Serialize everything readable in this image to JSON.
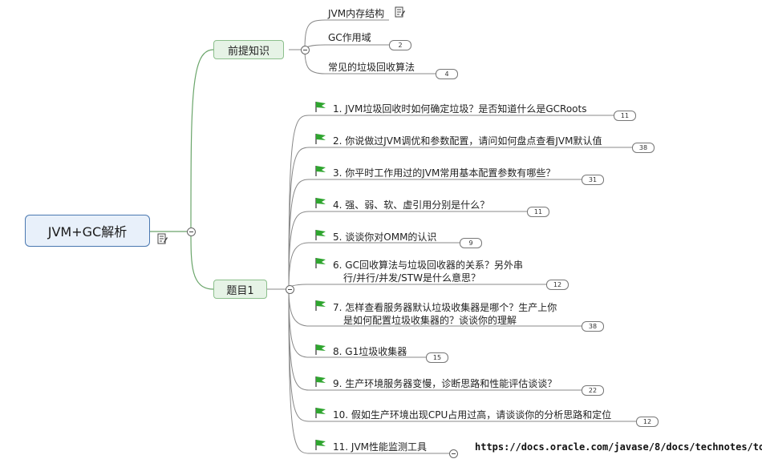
{
  "root": {
    "label": "JVM+GC解析"
  },
  "branches": [
    {
      "label": "前提知识",
      "children": [
        {
          "label": "JVM内存结构",
          "has_note": true
        },
        {
          "label": "GC作用域",
          "count": "2"
        },
        {
          "label": "常见的垃圾回收算法",
          "count": "4"
        }
      ]
    },
    {
      "label": "题目1",
      "children": [
        {
          "label": "1. JVM垃圾回收时如何确定垃圾？是否知道什么是GCRoots",
          "count": "11"
        },
        {
          "label": "2. 你说做过JVM调优和参数配置，请问如何盘点查看JVM默认值",
          "count": "38"
        },
        {
          "label": "3. 你平时工作用过的JVM常用基本配置参数有哪些？",
          "count": "31"
        },
        {
          "label": "4. 强、弱、软、虚引用分别是什么？",
          "count": "11"
        },
        {
          "label": "5. 谈谈你对OMM的认识",
          "count": "9"
        },
        {
          "label_line1": "6. GC回收算法与垃圾回收器的关系？另外串",
          "label_line2": "行/并行/并发/STW是什么意思？",
          "count": "12"
        },
        {
          "label_line1": "7. 怎样查看服务器默认垃圾收集器是哪个？生产上你",
          "label_line2": "是如何配置垃圾收集器的？谈谈你的理解",
          "count": "38"
        },
        {
          "label": "8. G1垃圾收集器",
          "count": "15"
        },
        {
          "label": "9. 生产环境服务器变慢，诊断思路和性能评估谈谈？",
          "count": "22"
        },
        {
          "label": "10. 假如生产环境出现CPU占用过高，请谈谈你的分析思路和定位",
          "count": "12"
        },
        {
          "label": "11. JVM性能监测工具",
          "link": "https://docs.oracle.com/javase/8/docs/technotes/tools/"
        }
      ]
    }
  ],
  "colors": {
    "line": "#6aa56a",
    "flag": "#2fa52f",
    "root_border": "#4a78b0"
  },
  "icons": {
    "flag": "green-flag-icon",
    "note": "note-icon",
    "collapse": "collapse-minus-icon"
  }
}
